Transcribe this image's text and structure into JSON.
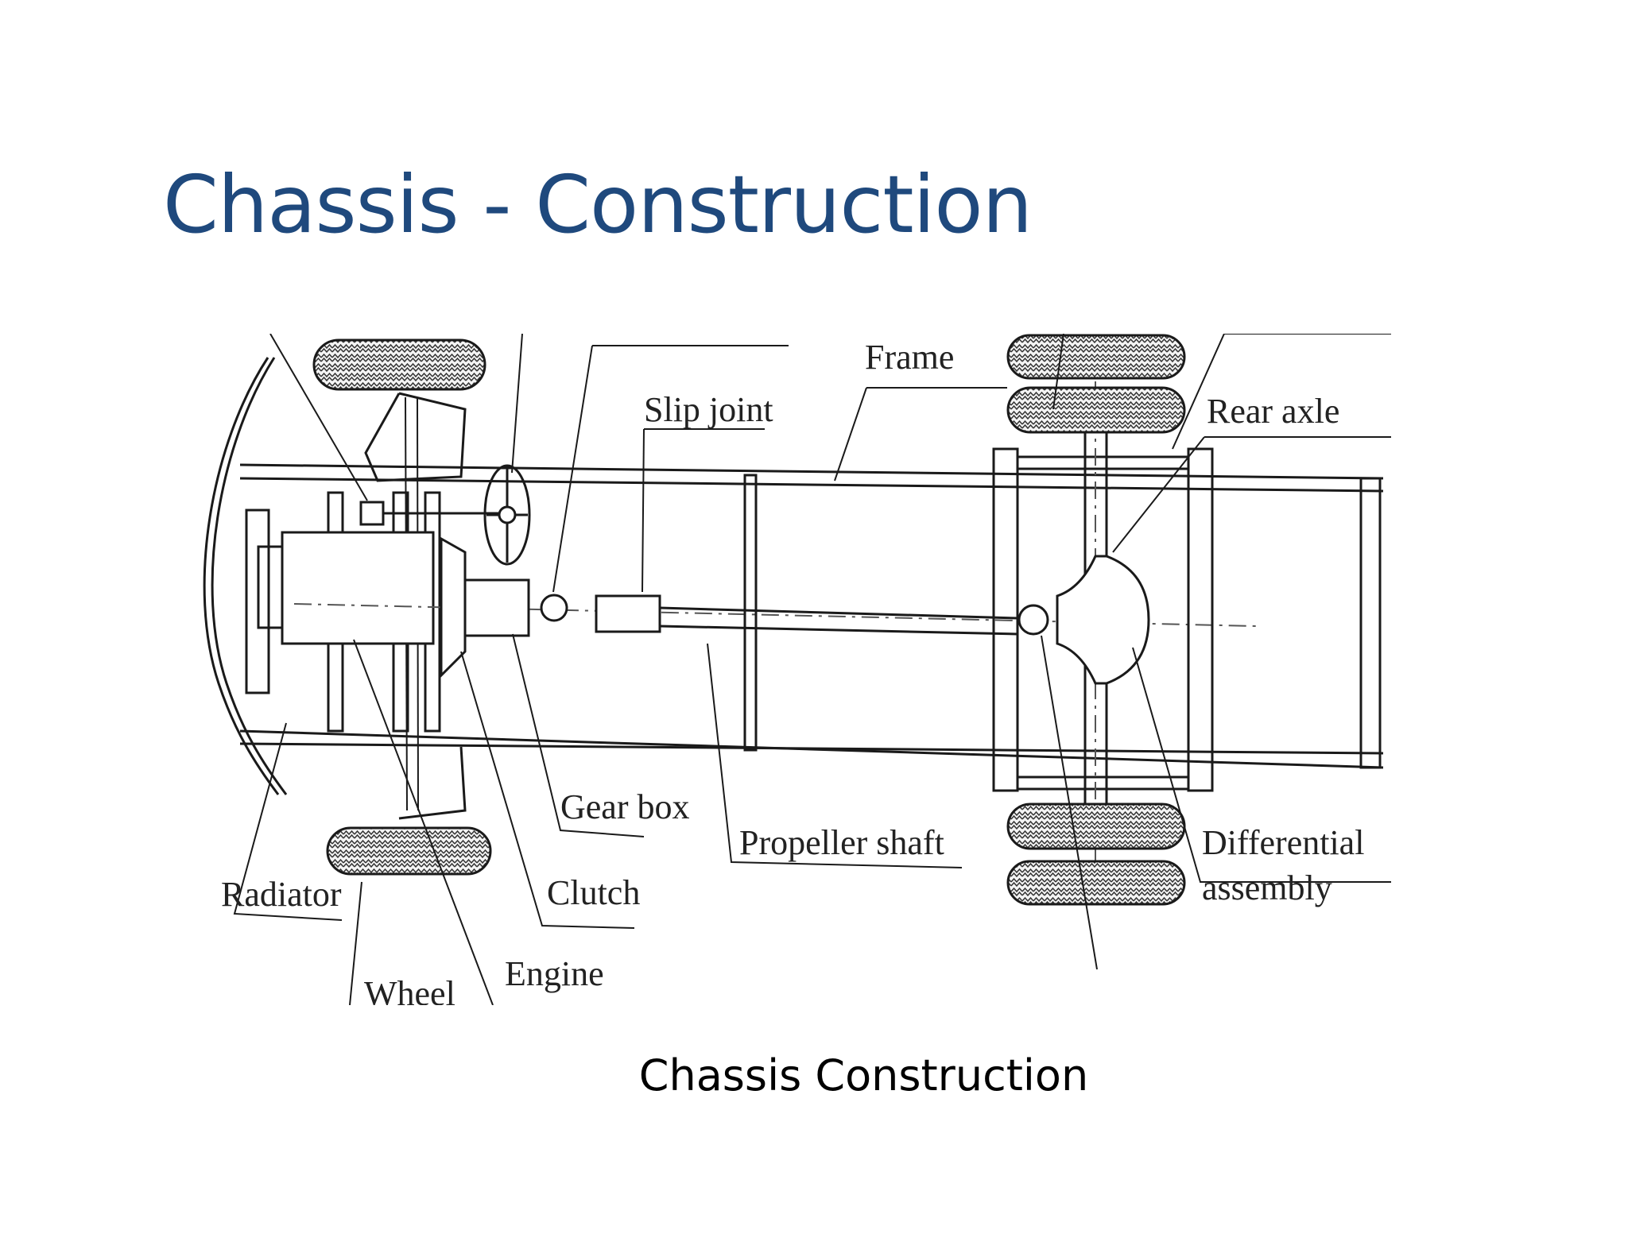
{
  "slide": {
    "title": "Chassis - Construction",
    "caption": "Chassis Construction"
  },
  "diagram": {
    "labels": {
      "frame": "Frame",
      "slip_joint": "Slip joint",
      "rear_axle": "Rear axle",
      "gear_box": "Gear box",
      "propeller_shaft": "Propeller shaft",
      "differential": "Differential",
      "assembly": "assembly",
      "radiator": "Radiator",
      "clutch": "Clutch",
      "engine": "Engine",
      "wheel": "Wheel"
    }
  },
  "colors": {
    "title": "#1f497d",
    "line": "#1a1a1a"
  }
}
